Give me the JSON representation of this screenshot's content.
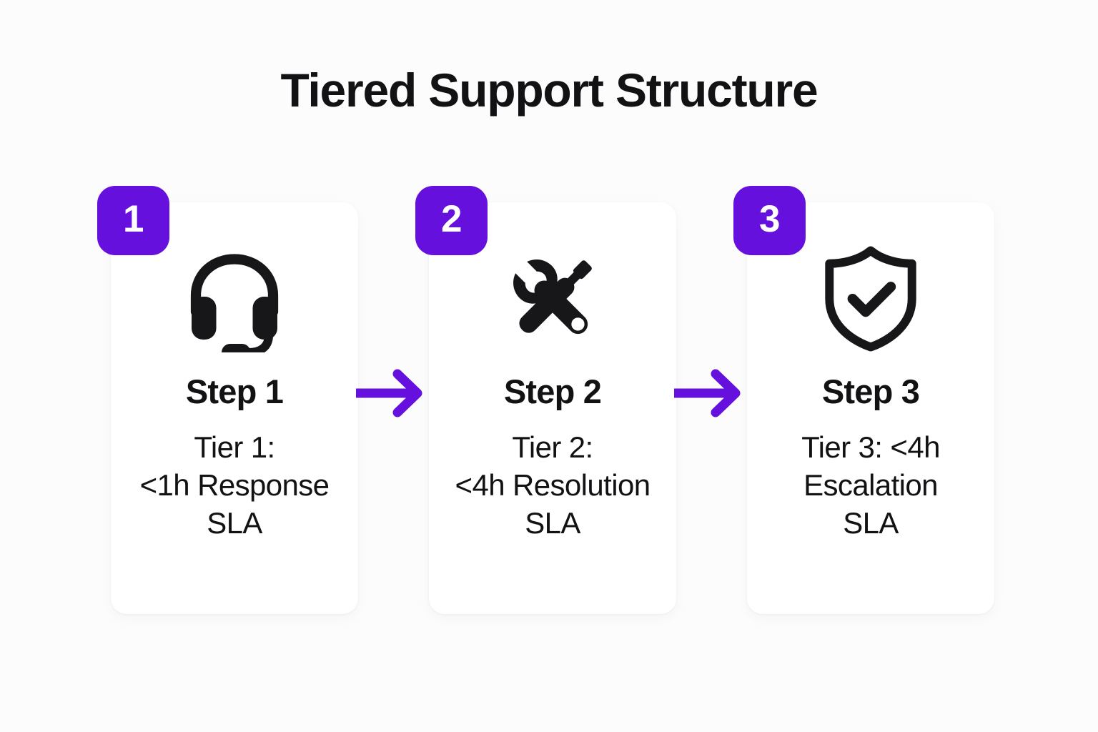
{
  "page": {
    "title": "Tiered Support Structure",
    "background_color": "#fcfcfd",
    "card_color": "#ffffff",
    "accent_color": "#6610dd",
    "text_color": "#121214"
  },
  "flow": {
    "steps": [
      {
        "badge": "1",
        "icon": "headset-icon",
        "step_label": "Step 1",
        "description": "Tier 1: <1h Response SLA",
        "description_line1": "Tier 1:",
        "description_line2": "<1h Response",
        "description_line3": "SLA"
      },
      {
        "badge": "2",
        "icon": "tools-wrench-screwdriver-icon",
        "step_label": "Step 2",
        "description": "Tier 2: <4h Resolution SLA",
        "description_line1": "Tier 2:",
        "description_line2": "<4h Resolution",
        "description_line3": "SLA"
      },
      {
        "badge": "3",
        "icon": "shield-check-icon",
        "step_label": "Step 3",
        "description": "Tier 3: <4h Escalation SLA",
        "description_line1": "Tier 3: <4h",
        "description_line2": "Escalation",
        "description_line3": "SLA"
      }
    ],
    "connectors": [
      {
        "icon": "arrow-right-icon",
        "color": "#6610dd"
      },
      {
        "icon": "arrow-right-icon",
        "color": "#6610dd"
      }
    ]
  }
}
